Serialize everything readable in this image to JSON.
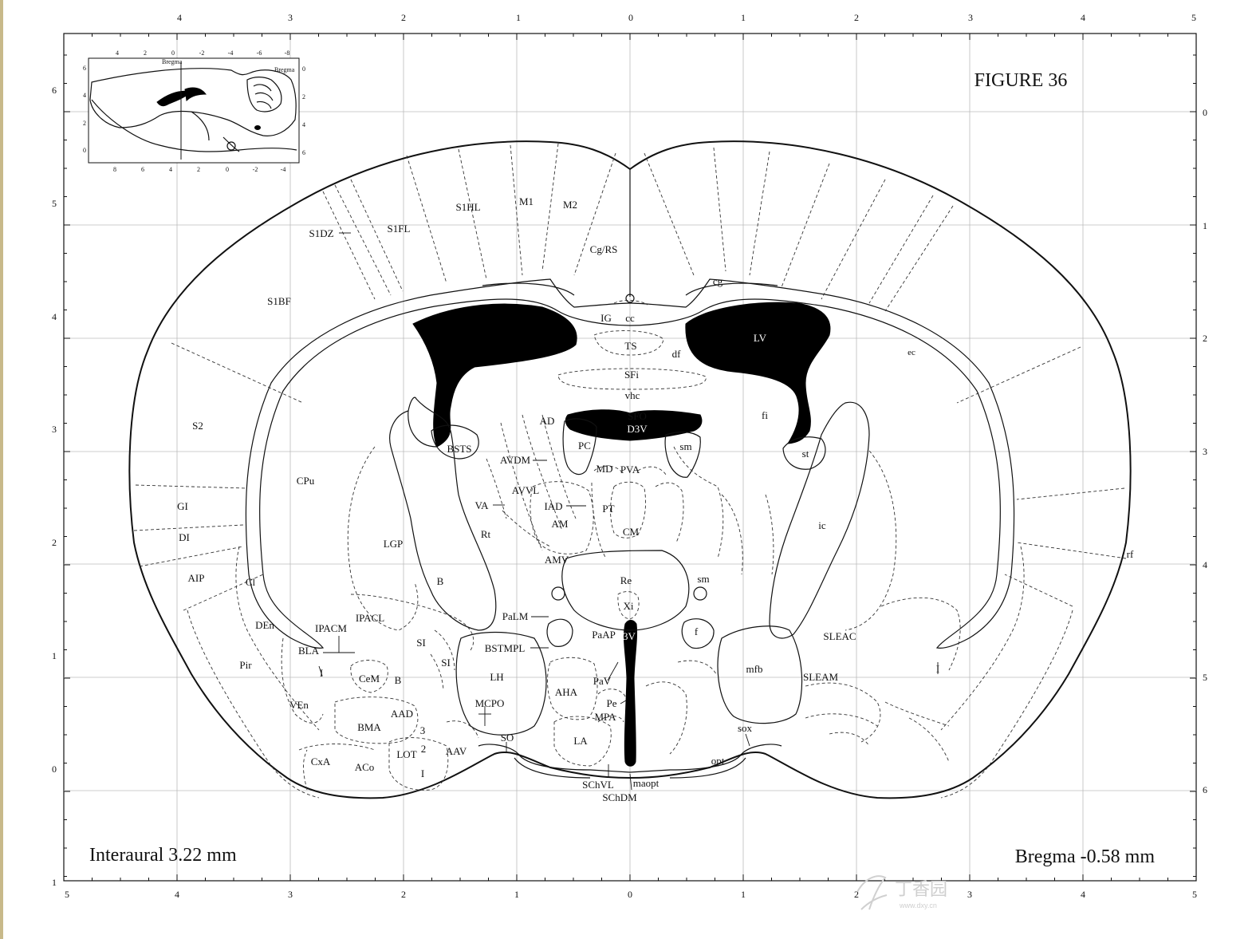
{
  "figure_title": "FIGURE 36",
  "interaural": "Interaural 3.22 mm",
  "bregma": "Bregma -0.58 mm",
  "watermark": "丁香园",
  "watermark_url": "www.dxy.cn",
  "axes": {
    "top": [
      "4",
      "3",
      "2",
      "1",
      "0",
      "1",
      "2",
      "3",
      "4",
      "5"
    ],
    "bottom": [
      "5",
      "4",
      "3",
      "2",
      "1",
      "0",
      "1",
      "2",
      "3",
      "4",
      "5"
    ],
    "left": [
      "6",
      "5",
      "4",
      "3",
      "2",
      "1",
      "0",
      "1"
    ],
    "right": [
      "0",
      "1",
      "2",
      "3",
      "4",
      "5",
      "6"
    ]
  },
  "inset": {
    "bregma_top": "Bregma",
    "bregma_right": "Bregma",
    "top_ticks": [
      "4",
      "2",
      "0",
      "-2",
      "-4",
      "-6",
      "-8"
    ],
    "bottom_ticks": [
      "8",
      "6",
      "4",
      "2",
      "0",
      "-2",
      "-4"
    ],
    "left_ticks": [
      "6",
      "4",
      "2",
      "0"
    ],
    "right_ticks": [
      "0",
      "2",
      "4",
      "6"
    ]
  },
  "regions": {
    "S1HL": "S1HL",
    "M1": "M1",
    "M2": "M2",
    "S1FL": "S1FL",
    "S1DZ": "S1DZ",
    "CgRS": "Cg/RS",
    "S1BF": "S1BF",
    "cg": "cg",
    "IG": "IG",
    "cc": "cc",
    "LV": "LV",
    "TS": "TS",
    "df": "df",
    "ec": "ec",
    "SFi": "SFi",
    "vhc": "vhc",
    "S2": "S2",
    "fi": "fi",
    "AD": "AD",
    "SFO": "SFO",
    "D3V": "D3V",
    "BSTS": "BSTS",
    "PC": "PC",
    "sm1": "sm",
    "st": "st",
    "CPu": "CPu",
    "AVDM": "AVDM",
    "MD": "MD",
    "PVA": "PVA",
    "AVVL": "AVVL",
    "GI": "GI",
    "VA": "VA",
    "IAD": "IAD",
    "PT": "PT",
    "ic": "ic",
    "DI": "DI",
    "AM": "AM",
    "Rt": "Rt",
    "CM": "CM",
    "LGP": "LGP",
    "rf": "rf",
    "AMV": "AMV",
    "AIP": "AIP",
    "Cl": "Cl",
    "B1": "B",
    "Re": "Re",
    "sm2": "sm",
    "Xi": "Xi",
    "IPACL": "IPACL",
    "PaLM": "PaLM",
    "DEn": "DEn",
    "IPACM": "IPACM",
    "PaAP": "PaAP",
    "3V": "3V",
    "f": "f",
    "SLEAC": "SLEAC",
    "SI1": "SI",
    "BLA": "BLA",
    "BSTMPL": "BSTMPL",
    "mfb": "mfb",
    "SI2": "SI",
    "Pir": "Pir",
    "I1": "I",
    "CeM": "CeM",
    "B2": "B",
    "LH": "LH",
    "AHA": "AHA",
    "PaV": "PaV",
    "SLEAM": "SLEAM",
    "I2": "I",
    "VEn": "VEn",
    "MCPO": "MCPO",
    "Pe": "Pe",
    "AAD": "AAD",
    "MPA": "MPA",
    "BMA": "BMA",
    "n3": "3",
    "sox": "sox",
    "SO": "SO",
    "LA": "LA",
    "n2": "2",
    "LOT": "LOT",
    "AAV": "AAV",
    "CxA": "CxA",
    "ACo": "ACo",
    "opt": "opt",
    "I3": "I",
    "SChVL": "SChVL",
    "maopt": "maopt",
    "SChDM": "SChDM"
  }
}
